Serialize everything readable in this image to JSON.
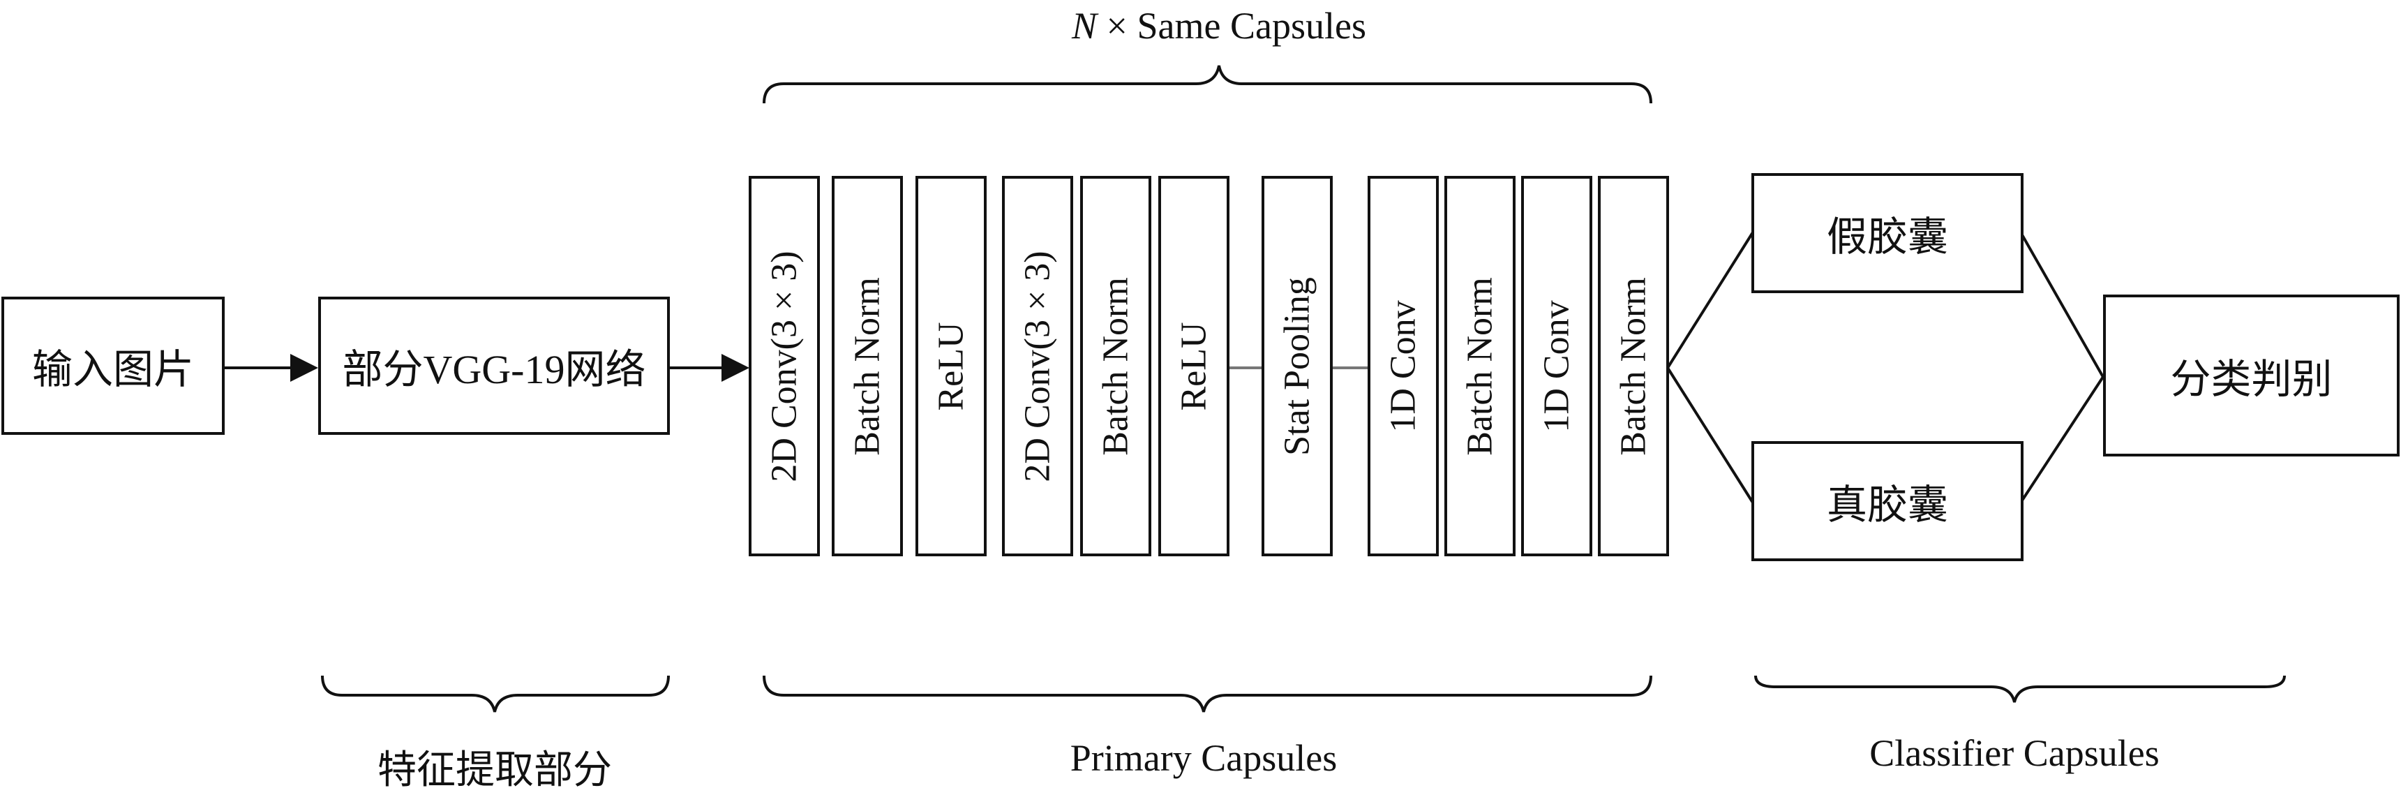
{
  "input_box": "输入图片",
  "vgg_box": "部分VGG-19网络",
  "capsule_layers": [
    "2D Conv(3 × 3)",
    "Batch Norm",
    "ReLU",
    "2D Conv(3 × 3)",
    "Batch Norm",
    "ReLU",
    "Stat Pooling",
    "1D Conv",
    "Batch Norm",
    "1D Conv",
    "Batch Norm"
  ],
  "fake_capsule": "假胶囊",
  "real_capsule": "真胶囊",
  "classify_box": "分类判别",
  "top_label": {
    "n": "N",
    "rest": " × Same Capsules"
  },
  "bottom_labels": {
    "feature": "特征提取部分",
    "primary": "Primary Capsules",
    "classifier": "Classifier Capsules"
  }
}
